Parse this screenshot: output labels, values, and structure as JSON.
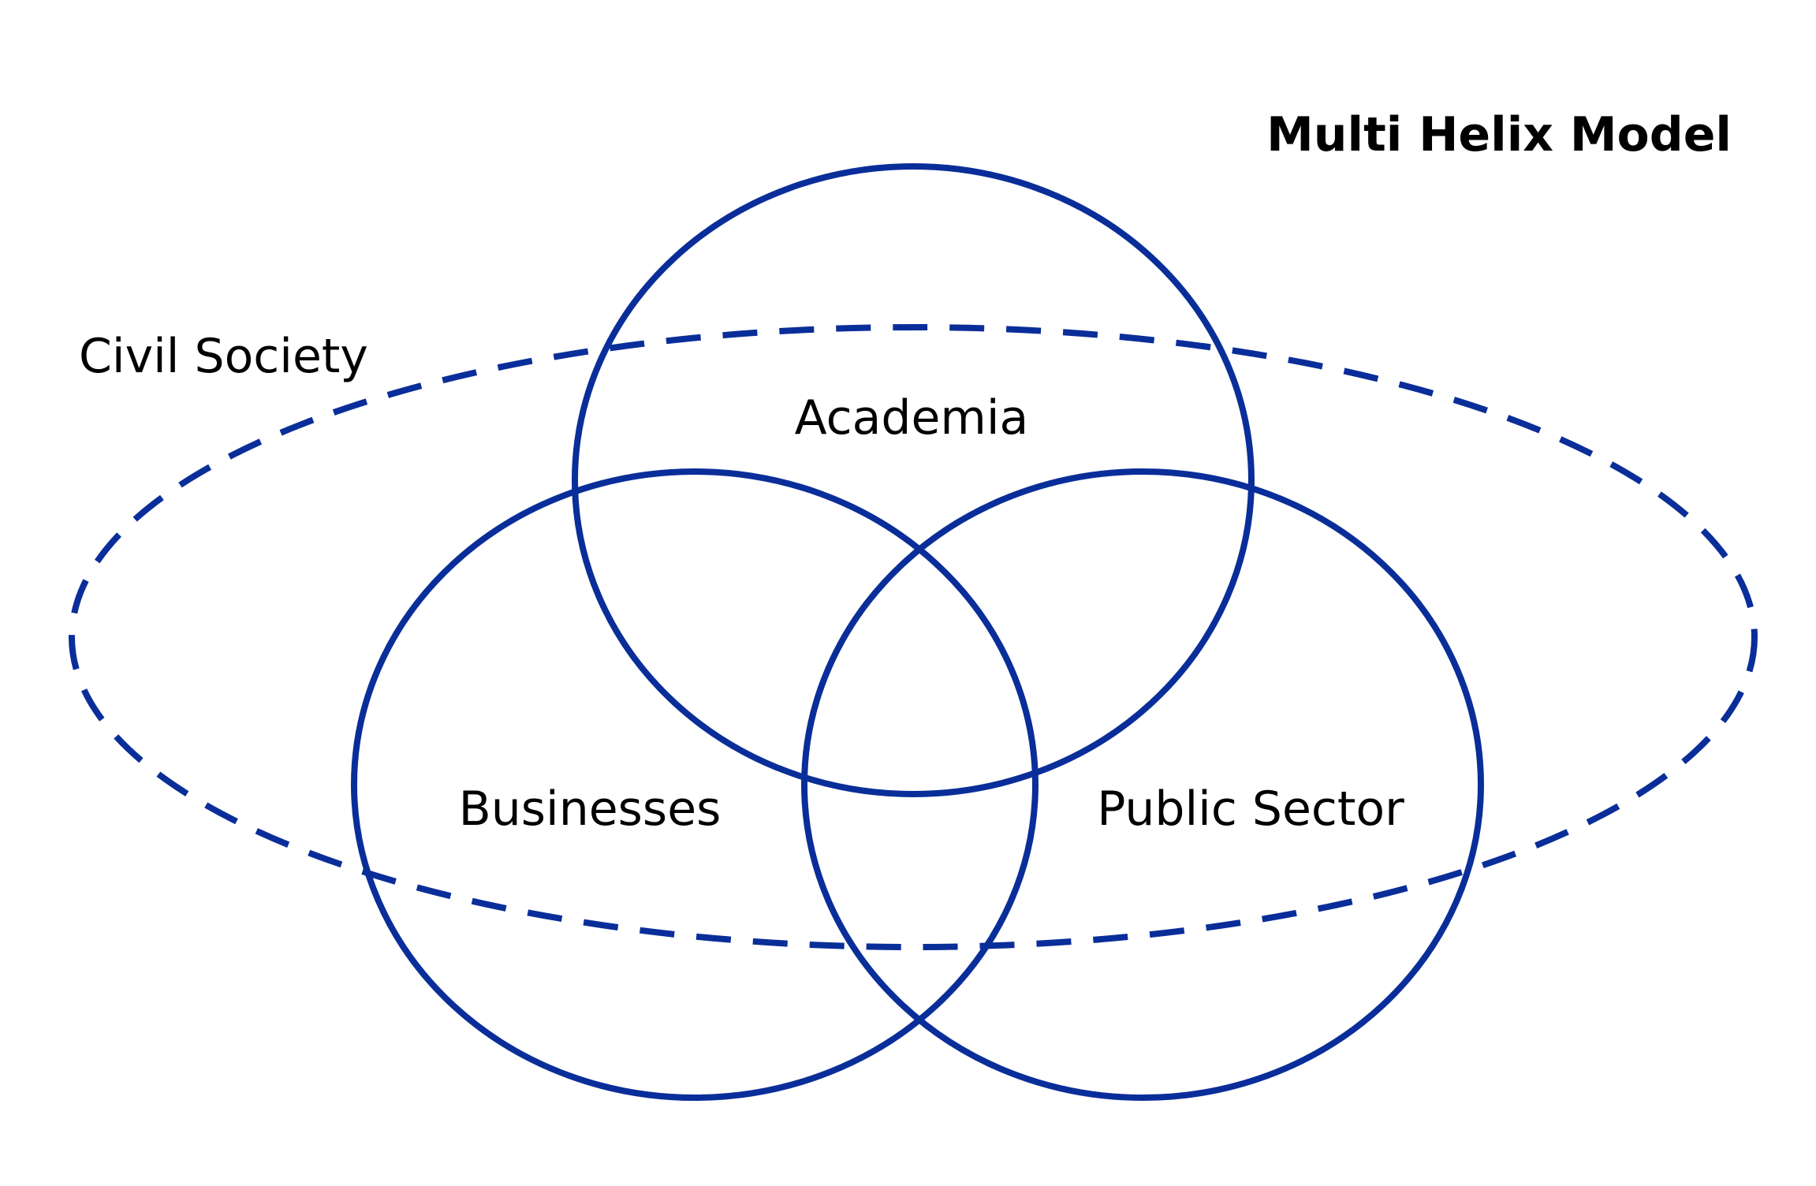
{
  "title": "Multi Helix Model",
  "colors": {
    "stroke": "#0a2e99",
    "text": "#000000",
    "background": "#ffffff"
  },
  "sets": {
    "civil_society": {
      "label": "Civil Society",
      "line_style": "dashed"
    },
    "academia": {
      "label": "Academia",
      "line_style": "solid"
    },
    "businesses": {
      "label": "Businesses",
      "line_style": "solid"
    },
    "public_sector": {
      "label": "Public Sector",
      "line_style": "solid"
    }
  }
}
